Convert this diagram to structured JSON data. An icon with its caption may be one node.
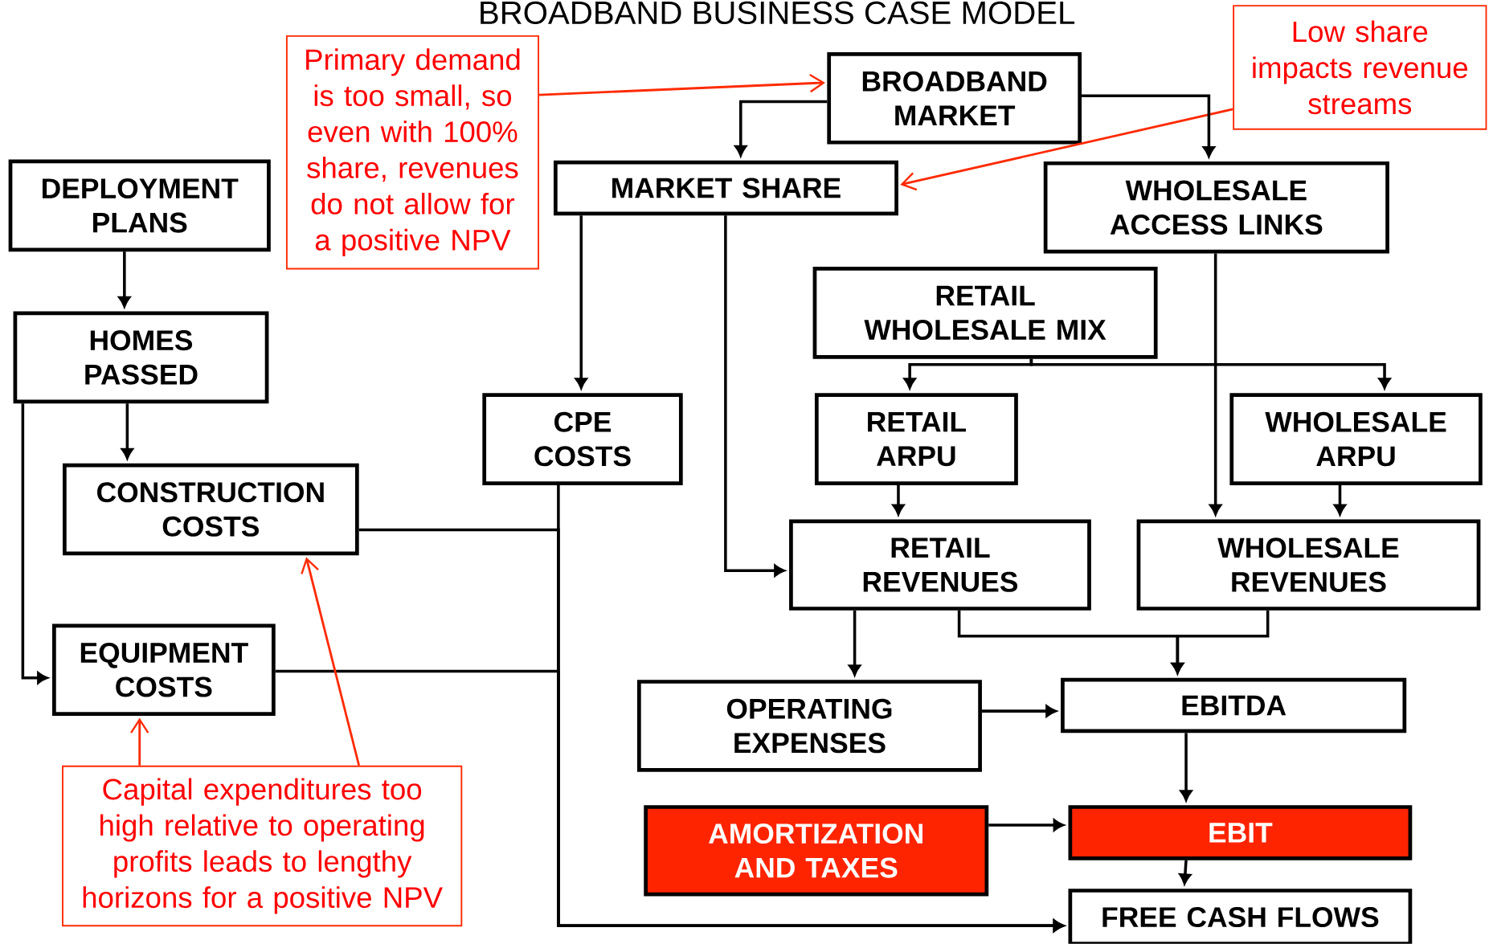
{
  "diagram": {
    "title": "BROADBAND BUSINESS CASE MODEL",
    "nodes": [
      {
        "text": [
          "DEPLOYMENT PLANS"
        ]
      },
      {
        "text": [
          "HOMES PASSED"
        ]
      },
      {
        "text": [
          "CONSTRUCTION COSTS"
        ]
      },
      {
        "text": [
          "EQUIPMENT COSTS"
        ]
      },
      {
        "text": [
          "Primary demand is too small, so even with 100% share, revenues do not allow for a positive NPV"
        ]
      },
      {
        "text": [
          "BROADBAND MARKET"
        ]
      },
      {
        "text": [
          "MARKET SHARE"
        ]
      },
      {
        "text": [
          "WHOLESALE ACCESS LINKS"
        ]
      },
      {
        "text": [
          "Low share impacts revenue streams"
        ]
      },
      {
        "text": [
          "CPE COSTS"
        ]
      },
      {
        "text": [
          "RETAIL WHOLESALE MIX"
        ]
      },
      {
        "text": [
          "RETAIL ARPU"
        ]
      },
      {
        "text": [
          "WHOLESALE ARPU"
        ]
      },
      {
        "text": [
          "RETAIL REVENUES"
        ]
      },
      {
        "text": [
          "WHOLESALE REVENUES"
        ]
      },
      {
        "text": [
          "OPERATING EXPENSES"
        ]
      },
      {
        "text": [
          "EBITDA"
        ]
      },
      {
        "text": [
          "AMORTIZATION AND TAXES"
        ]
      },
      {
        "text": [
          "EBIT"
        ]
      },
      {
        "text": [
          "FREE CASH FLOWS"
        ]
      },
      {
        "text": [
          "Capital expenditures too high relative to operating profits leads to lengthy horizons for a positive NPV"
        ]
      }
    ],
    "edges": [
      {
        "from": 0,
        "to": 1,
        "arrow": "to"
      },
      {
        "from": 1,
        "to": 2,
        "arrow": "to"
      },
      {
        "from": 1,
        "to": 3,
        "arrow": "to"
      },
      {
        "from": 4,
        "to": 5,
        "arrow": "to",
        "color": "#ff2a00"
      },
      {
        "from": 8,
        "to": 6,
        "arrow": "to",
        "color": "#ff2a00"
      },
      {
        "from": 5,
        "to": 6,
        "arrow": "to"
      },
      {
        "from": 5,
        "to": 7,
        "arrow": "to"
      },
      {
        "from": 6,
        "to": 9,
        "arrow": "to"
      },
      {
        "from": 6,
        "to": 13,
        "arrow": "to"
      },
      {
        "from": 7,
        "to": 14,
        "arrow": "to"
      },
      {
        "from": 10,
        "to": 11,
        "arrow": "to"
      },
      {
        "from": 10,
        "to": 12,
        "arrow": "to"
      },
      {
        "from": 11,
        "to": 13,
        "arrow": "to"
      },
      {
        "from": 12,
        "to": 14,
        "arrow": "to"
      },
      {
        "from": 13,
        "to": 15,
        "arrow": "to"
      },
      {
        "from": 13,
        "to": 16,
        "arrow": "to"
      },
      {
        "from": 14,
        "to": 16,
        "arrow": "to"
      },
      {
        "from": 15,
        "to": 16,
        "arrow": "to"
      },
      {
        "from": 16,
        "to": 18,
        "arrow": "to"
      },
      {
        "from": 17,
        "to": 18,
        "arrow": "to"
      },
      {
        "from": 18,
        "to": 19,
        "arrow": "to"
      },
      {
        "from": 2,
        "to": 19,
        "arrow": "to"
      },
      {
        "from": 3,
        "to": 19,
        "arrow": "to"
      },
      {
        "from": 9,
        "to": 19,
        "arrow": "to"
      },
      {
        "from": 20,
        "to": 3,
        "arrow": "to",
        "color": "#ff2a00"
      },
      {
        "from": 20,
        "to": 2,
        "arrow": "to",
        "color": "#ff2a00"
      }
    ]
  }
}
